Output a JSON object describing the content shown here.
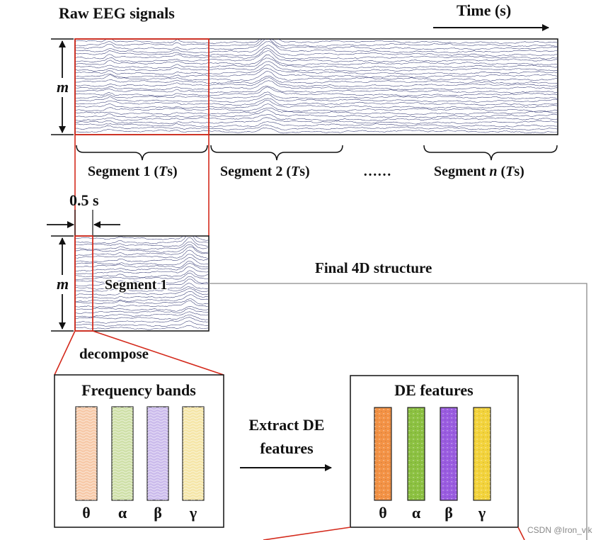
{
  "raw": {
    "title": "Raw EEG signals",
    "time_label": "Time (s)",
    "m_label": "m"
  },
  "segments": {
    "seg1_prefix": "Segment 1 (",
    "seg2_prefix": "Segment 2 (",
    "segn_prefix": "Segment ",
    "segn_italic": "n",
    "segn_mid": " (",
    "T": "T",
    "suffix": "s)",
    "ellipsis": "……"
  },
  "zoom": {
    "half_sec": "0.5 s",
    "m_label": "m",
    "segment_label": "Segment 1",
    "decompose": "decompose"
  },
  "final_label": "Final 4D structure",
  "freq_box": {
    "title": "Frequency bands"
  },
  "extract": {
    "line1": "Extract DE",
    "line2": "features"
  },
  "de_box": {
    "title": "DE features"
  },
  "bands": [
    {
      "symbol": "θ",
      "pale": "#f7c9a8",
      "strong": "#f39245"
    },
    {
      "symbol": "α",
      "pale": "#cfe0a8",
      "strong": "#8cc141"
    },
    {
      "symbol": "β",
      "pale": "#cbbbec",
      "strong": "#9a5ce0"
    },
    {
      "symbol": "γ",
      "pale": "#f5e6a8",
      "strong": "#f3d33c"
    }
  ],
  "watermark": "CSDN @Iron_vik",
  "colors": {
    "accent": "#d42a1c",
    "wave": "#3a3f78",
    "ink": "#111111",
    "connector": "#9a9a9a"
  }
}
